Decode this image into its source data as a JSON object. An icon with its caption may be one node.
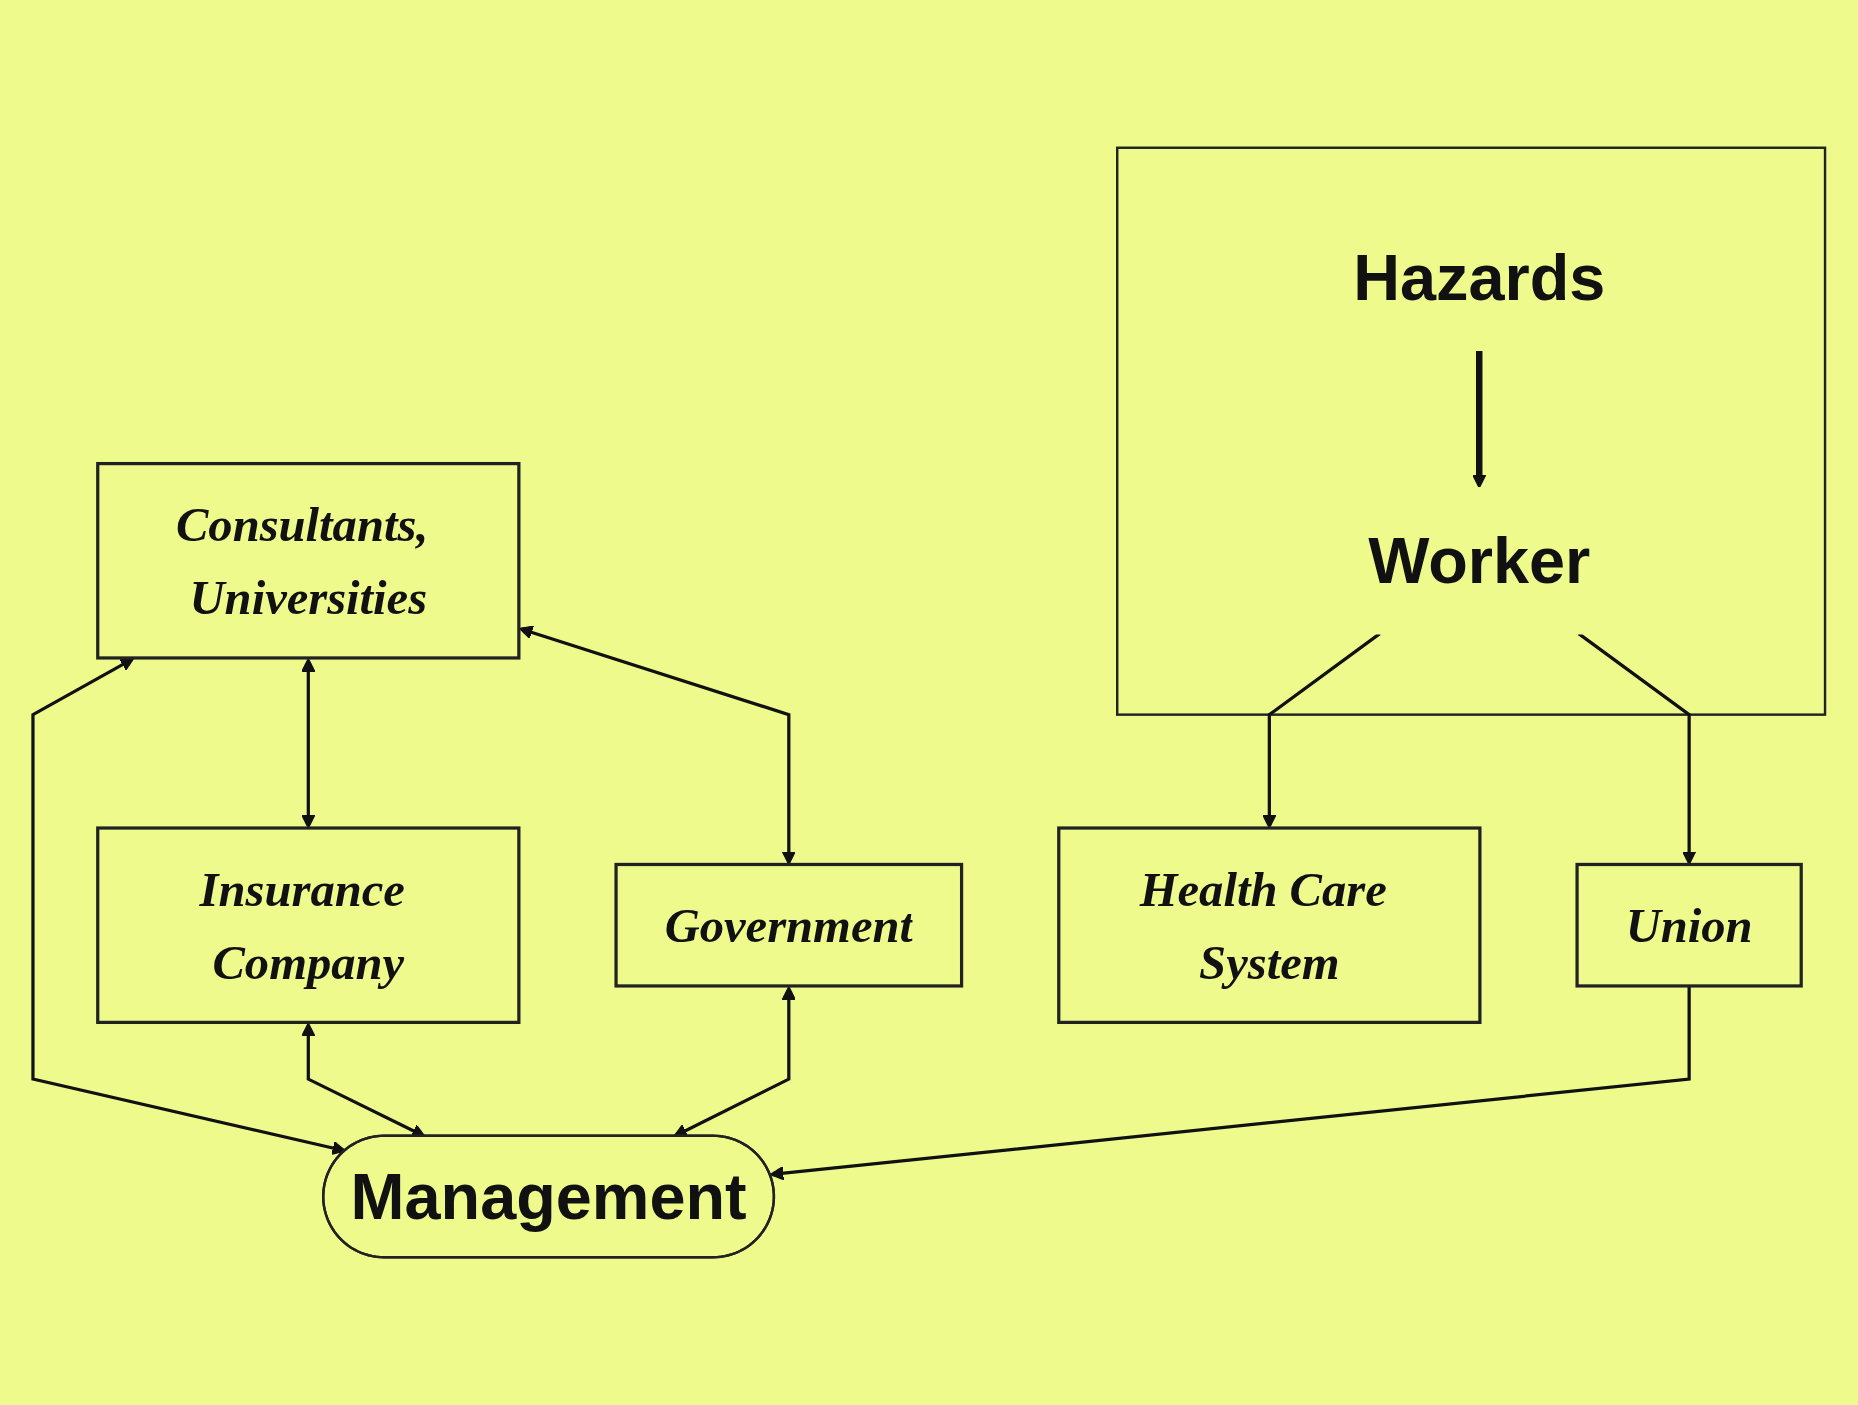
{
  "diagram": {
    "nodes": [
      {
        "text": [
          "Consultants, Universities"
        ]
      },
      {
        "text": [
          "Insurance Company"
        ]
      },
      {
        "text": [
          "Management"
        ]
      },
      {
        "text": [
          "Government"
        ]
      },
      {
        "text": [],
        "shape": "triangle"
      },
      {
        "text": [
          "Union"
        ]
      },
      {
        "text": [
          "Worker"
        ],
        "in": 4
      },
      {
        "text": [
          "Hazards"
        ],
        "in": 4
      },
      {
        "text": [
          "Health Care System"
        ]
      }
    ],
    "edges": [
      {
        "from": 0,
        "to": 1,
        "arrow": "both"
      },
      {
        "from": 0,
        "to": 2,
        "arrow": "both"
      },
      {
        "from": 0,
        "to": 3,
        "arrow": "both"
      },
      {
        "from": 1,
        "to": 2,
        "arrow": "both"
      },
      {
        "from": 3,
        "to": 2,
        "arrow": "both"
      },
      {
        "from": 5,
        "to": 2,
        "arrow": "to"
      },
      {
        "from": 6,
        "to": 5,
        "arrow": "to"
      },
      {
        "from": 7,
        "to": 6,
        "arrow": "to",
        "style": "thick"
      },
      {
        "from": 6,
        "to": 8,
        "arrow": "to"
      }
    ]
  }
}
